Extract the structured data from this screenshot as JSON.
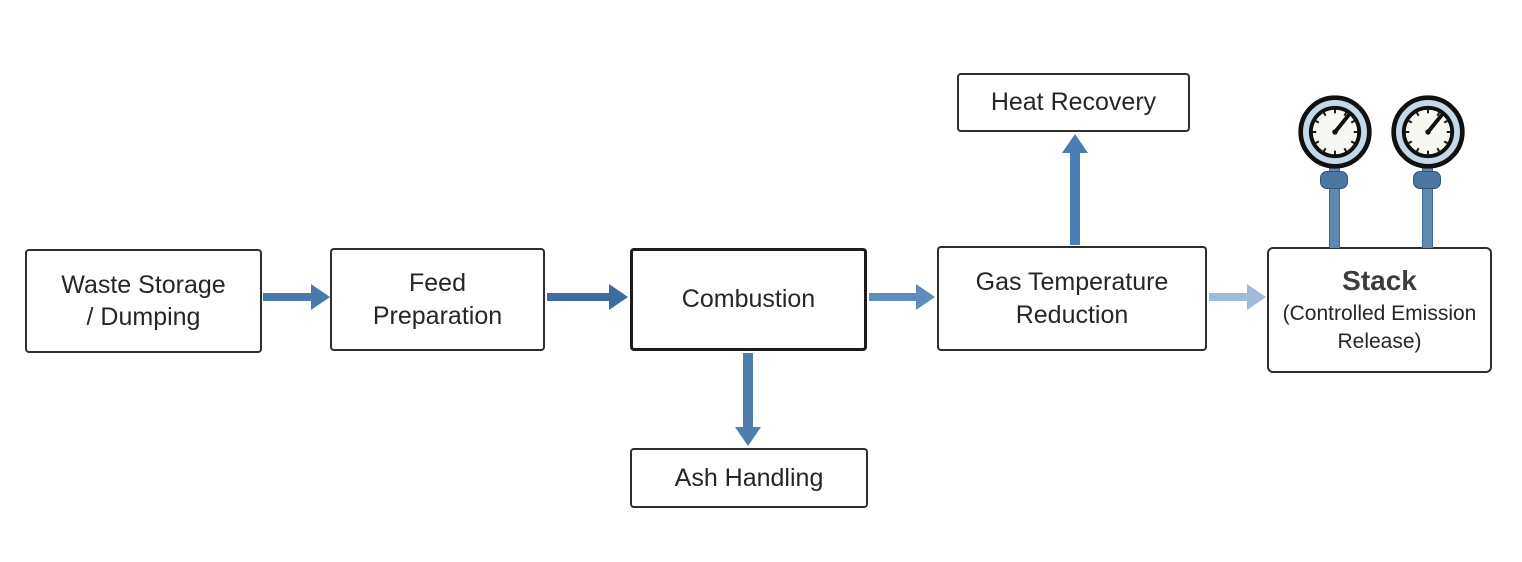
{
  "nodes": {
    "waste_storage": {
      "line1": "Waste Storage",
      "line2": "/ Dumping"
    },
    "feed_preparation": {
      "line1": "Feed",
      "line2": "Preparation"
    },
    "combustion": {
      "label": "Combustion"
    },
    "gas_temperature_reduction": {
      "line1": "Gas Temperature",
      "line2": "Reduction"
    },
    "heat_recovery": {
      "label": "Heat Recovery"
    },
    "ash_handling": {
      "label": "Ash Handling"
    },
    "stack": {
      "title": "Stack",
      "subtitle_line1": "(Controlled Emission",
      "subtitle_line2": "Release)"
    }
  },
  "edges": [
    {
      "from": "Waste Storage / Dumping",
      "to": "Feed Preparation",
      "direction": "right"
    },
    {
      "from": "Feed Preparation",
      "to": "Combustion",
      "direction": "right"
    },
    {
      "from": "Combustion",
      "to": "Gas Temperature Reduction",
      "direction": "right"
    },
    {
      "from": "Gas Temperature Reduction",
      "to": "Stack (Controlled Emission Release)",
      "direction": "right"
    },
    {
      "from": "Gas Temperature Reduction",
      "to": "Heat Recovery",
      "direction": "up"
    },
    {
      "from": "Combustion",
      "to": "Ash Handling",
      "direction": "down"
    }
  ],
  "icons": {
    "gauge_left": "pressure-gauge-icon",
    "gauge_right": "pressure-gauge-icon"
  },
  "colors": {
    "arrow_1": "#4a79ae",
    "arrow_2": "#3d6ca3",
    "arrow_3": "#5f8cba",
    "arrow_4": "#9fbbd9",
    "arrow_up": "#4a7db6",
    "arrow_down": "#4f7dae",
    "pipe": "#5e89b1",
    "pipe_collar": "#4c77a3",
    "gauge_ring": "#c5d8e8",
    "gauge_face": "#f8f8f3",
    "box_border": "#2e2e2e",
    "text": "#262626"
  }
}
